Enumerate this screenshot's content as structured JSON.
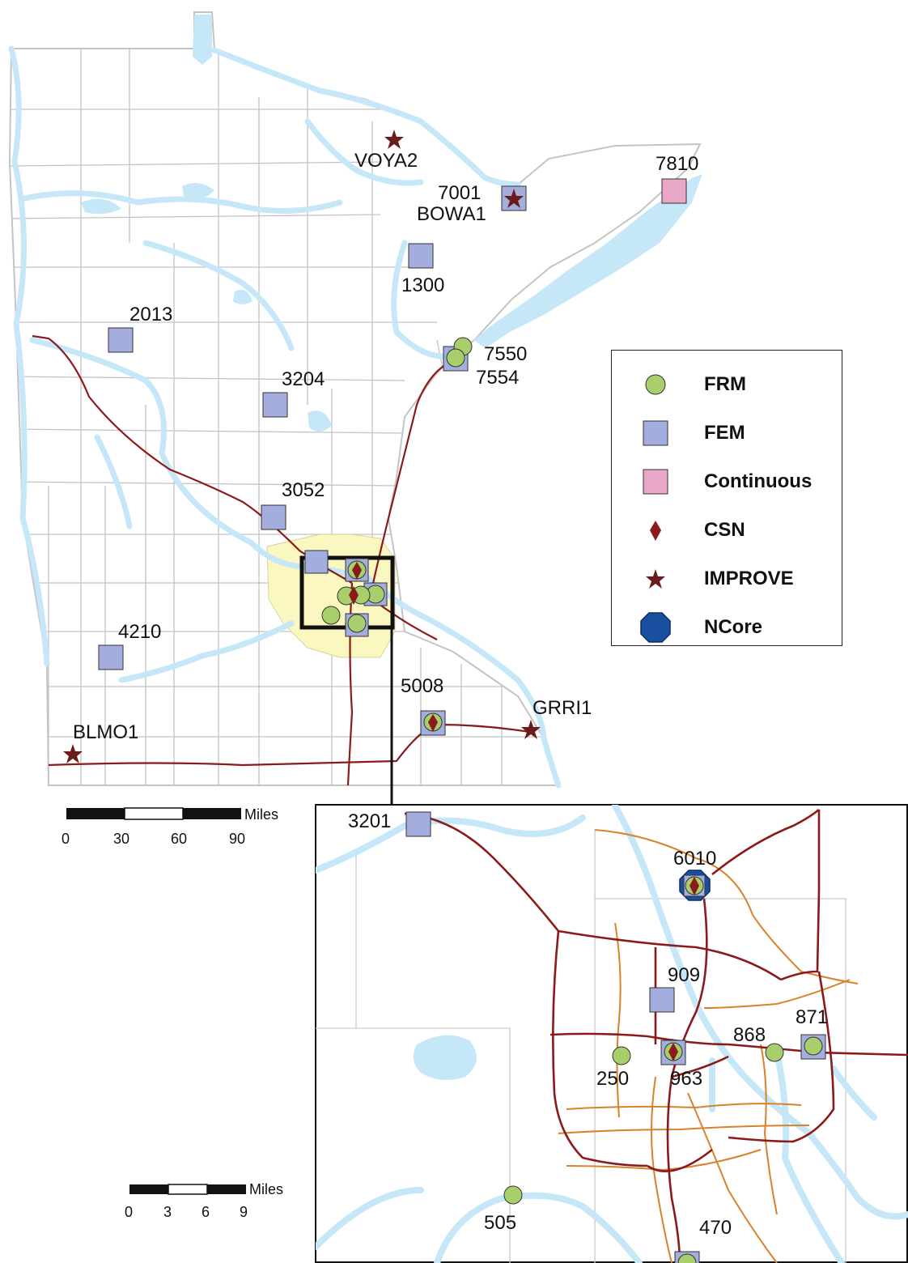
{
  "colors": {
    "water": "#c5e7f7",
    "county_line": "#c4c4c4",
    "highway": "#8b1a1a",
    "metro_road": "#d9822b",
    "metro_area": "#fbf7c1",
    "frm": "#a8cf6b",
    "fem": "#a3aede",
    "continuous": "#e8a7c6",
    "csn": "#8b1a1a",
    "improve": "#6b1b1b",
    "ncore": "#1a4fa0"
  },
  "legend": {
    "items": [
      {
        "label": "FRM",
        "symbol": "frm"
      },
      {
        "label": "FEM",
        "symbol": "fem"
      },
      {
        "label": "Continuous",
        "symbol": "continuous"
      },
      {
        "label": "CSN",
        "symbol": "csn"
      },
      {
        "label": "IMPROVE",
        "symbol": "improve"
      },
      {
        "label": "NCore",
        "symbol": "ncore"
      }
    ]
  },
  "state_sites": [
    {
      "label": "VOYA2"
    },
    {
      "label": "7810"
    },
    {
      "label": "7001"
    },
    {
      "label": "BOWA1"
    },
    {
      "label": "1300"
    },
    {
      "label": "2013"
    },
    {
      "label": "7550"
    },
    {
      "label": "7554"
    },
    {
      "label": "3204"
    },
    {
      "label": "3052"
    },
    {
      "label": "4210"
    },
    {
      "label": "5008"
    },
    {
      "label": "GRRI1"
    },
    {
      "label": "BLMO1"
    }
  ],
  "metro_sites": [
    {
      "label": "3201"
    },
    {
      "label": "6010"
    },
    {
      "label": "909"
    },
    {
      "label": "868"
    },
    {
      "label": "871"
    },
    {
      "label": "250"
    },
    {
      "label": "963"
    },
    {
      "label": "505"
    },
    {
      "label": "470"
    }
  ],
  "scale_state": {
    "unit": "Miles",
    "ticks": [
      "0",
      "30",
      "60",
      "90"
    ]
  },
  "scale_metro": {
    "unit": "Miles",
    "ticks": [
      "0",
      "3",
      "6",
      "9"
    ]
  }
}
